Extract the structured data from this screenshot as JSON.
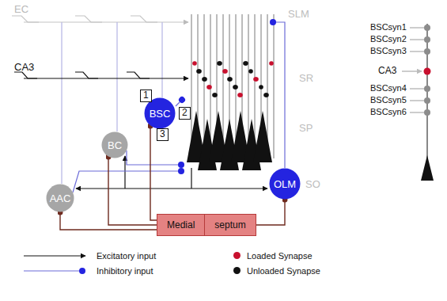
{
  "diagram": {
    "nodes": [
      {
        "text": [
          "BSC"
        ]
      },
      {
        "text": [
          "BC"
        ]
      },
      {
        "text": [
          "AAC"
        ]
      },
      {
        "text": [
          "OLM"
        ]
      },
      {
        "text": [
          "Medial",
          "septum"
        ]
      }
    ],
    "edges": [
      {
        "from": 4,
        "to": 2,
        "arrow": "to"
      },
      {
        "from": 4,
        "to": 1,
        "arrow": "to"
      },
      {
        "from": 4,
        "to": 0,
        "arrow": "to"
      },
      {
        "from": 4,
        "to": 3,
        "arrow": "to"
      }
    ],
    "labels": [
      "EC",
      "CA3",
      "SLM",
      "SR",
      "SP",
      "SO",
      "1",
      "2",
      "3",
      "BSCsyn1",
      "BSCsyn2",
      "BSCsyn3",
      "CA3",
      "BSCsyn4",
      "BSCsyn5",
      "BSCsyn6"
    ],
    "legend": [
      {
        "text": "Excitatory input"
      },
      {
        "text": "Inhibitory input"
      },
      {
        "text": "Loaded Synapse",
        "color": "#c8102e"
      },
      {
        "text": "Unloaded Synapse",
        "color": "#111111"
      }
    ]
  }
}
